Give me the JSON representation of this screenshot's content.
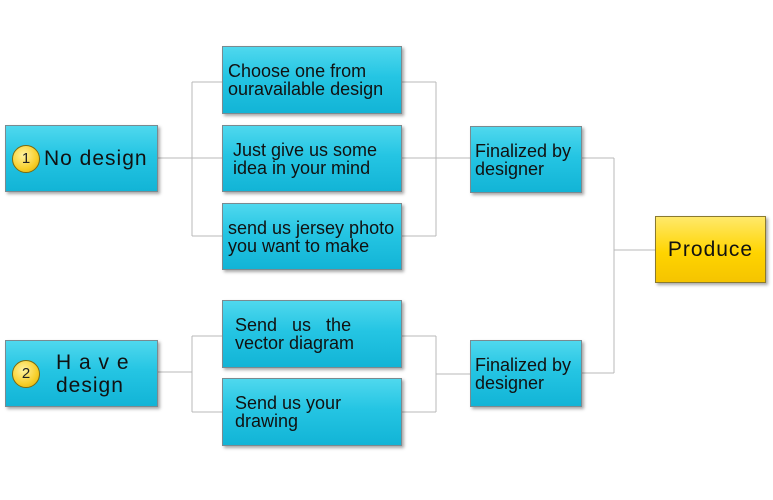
{
  "nodes": {
    "no_design": {
      "number": "1",
      "label": "No design"
    },
    "have_design": {
      "number": "2",
      "label_line1": "H a v e",
      "label_line2": "design"
    },
    "choose_design": {
      "line1": "Choose one from",
      "line2": "ouravailable design"
    },
    "give_idea": {
      "line1": "Just give us some",
      "line2": "idea in your mind"
    },
    "send_photo": {
      "line1": "send us jersey photo",
      "line2": "you want to make"
    },
    "send_vector": {
      "line1": "Send   us   the",
      "line2": "vector diagram"
    },
    "send_drawing": {
      "line1": "Send us your",
      "line2": "drawing"
    },
    "finalized_1": {
      "line1": "Finalized by",
      "line2": "designer"
    },
    "finalized_2": {
      "line1": "Finalized by",
      "line2": "designer"
    },
    "produce": {
      "label": "Produce"
    }
  },
  "colors": {
    "box": "#25c5e3",
    "produce": "#ffd400",
    "badge": "#f7cf2a",
    "connector": "#b8b8b8"
  }
}
